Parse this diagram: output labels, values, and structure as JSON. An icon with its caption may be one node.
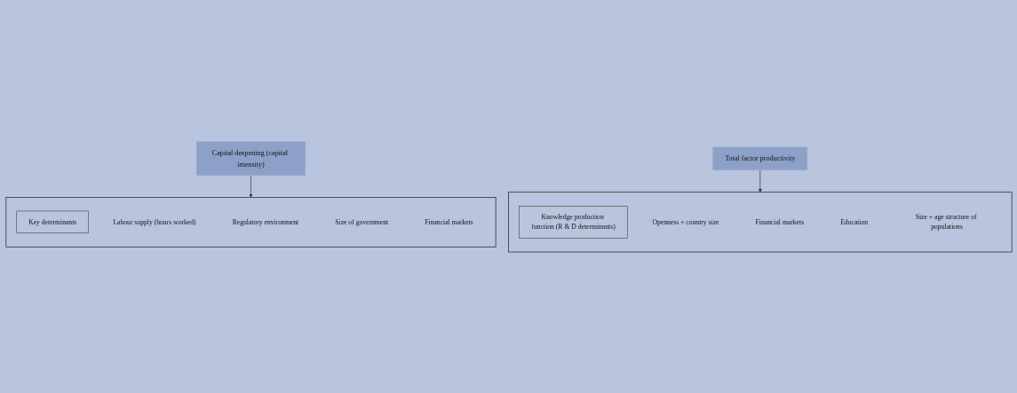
{
  "diagram": {
    "nodes": [
      {
        "text": [
          "Capital deepening (capital intensity)"
        ]
      },
      {
        "text": [
          "Total factor productivity"
        ]
      },
      {
        "text": [],
        "shape": "box"
      },
      {
        "text": [
          "Key determinants"
        ],
        "in": 2
      },
      {
        "text": [
          "Labour supply (hours worked)"
        ],
        "in": 2
      },
      {
        "text": [
          "Regulatory environment"
        ],
        "in": 2
      },
      {
        "text": [
          "Size of government"
        ],
        "in": 2
      },
      {
        "text": [
          "Financial markets"
        ],
        "in": 2
      },
      {
        "text": [],
        "shape": "box"
      },
      {
        "text": [
          "Knowledge production function (R & D determinants)"
        ],
        "in": 8
      },
      {
        "text": [
          "Openness + country size"
        ],
        "in": 8
      },
      {
        "text": [
          "Financial markets"
        ],
        "in": 8
      },
      {
        "text": [
          "Education"
        ],
        "in": 8
      },
      {
        "text": [
          "Size + age structure of populations"
        ],
        "in": 8
      }
    ],
    "edges": [
      {
        "from": 0,
        "to": 2,
        "arrow": "to"
      },
      {
        "from": 1,
        "to": 8,
        "arrow": "to"
      }
    ]
  }
}
